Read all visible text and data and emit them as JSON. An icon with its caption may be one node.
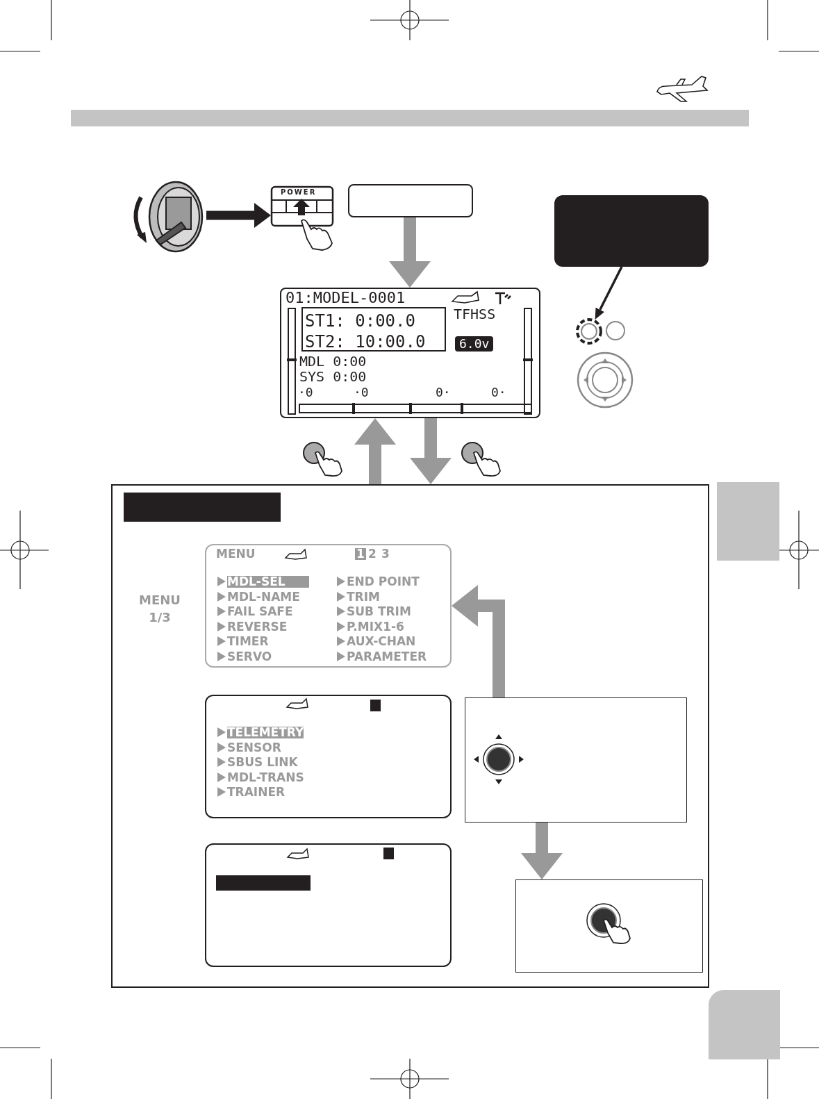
{
  "diagram": {
    "nodes": [
      {
        "text": [],
        "shape": "bar"
      },
      {
        "text": [],
        "shape": "picture"
      },
      {
        "text": [
          "POWER"
        ]
      },
      {
        "text": [],
        "shape": "box"
      },
      {
        "text": [
          "01:MODEL-0001",
          "TFHSS",
          "ST1: 0:00.0",
          "ST2: 10:00.0",
          "6.0v",
          "MDL 0:00",
          "SYS 0:00",
          "·0",
          "·0",
          "0·",
          "0·"
        ]
      },
      {
        "text": [],
        "shape": "box"
      },
      {
        "text": [],
        "shape": "circle"
      },
      {
        "text": [],
        "shape": "box"
      },
      {
        "text": [],
        "shape": "bar",
        "in": 7
      },
      {
        "text": [
          "MENU",
          "1",
          "2",
          "3",
          "MDL-SEL",
          "MDL-NAME",
          "FAIL SAFE",
          "REVERSE",
          "TIMER",
          "SERVO",
          "END POINT",
          "TRIM",
          "SUB TRIM",
          "P.MIX1-6",
          "AUX-CHAN",
          "PARAMETER"
        ],
        "in": 7
      },
      {
        "text": [
          "TELEMETRY",
          "SENSOR",
          "SBUS LINK",
          "MDL-TRANS",
          "TRAINER"
        ],
        "in": 7
      },
      {
        "text": [],
        "shape": "box",
        "in": 7
      },
      {
        "text": [],
        "shape": "box",
        "in": 7
      },
      {
        "text": [],
        "shape": "box",
        "in": 7
      },
      {
        "text": [],
        "shape": "box"
      },
      {
        "text": [],
        "shape": "box"
      }
    ],
    "edges": [
      {
        "from": 1,
        "to": 2,
        "arrow": "to",
        "color": "#231f20"
      },
      {
        "from": 3,
        "to": 4,
        "arrow": "to"
      },
      {
        "from": 5,
        "to": 6,
        "arrow": "to",
        "color": "#231f20"
      },
      {
        "from": 7,
        "to": 4,
        "arrow": "to"
      },
      {
        "from": 4,
        "to": 7,
        "arrow": "to"
      },
      {
        "from": 12,
        "to": 9,
        "arrow": "to"
      },
      {
        "from": 12,
        "to": 13,
        "arrow": "to"
      }
    ],
    "labels": [
      "MENU 1/3"
    ]
  }
}
